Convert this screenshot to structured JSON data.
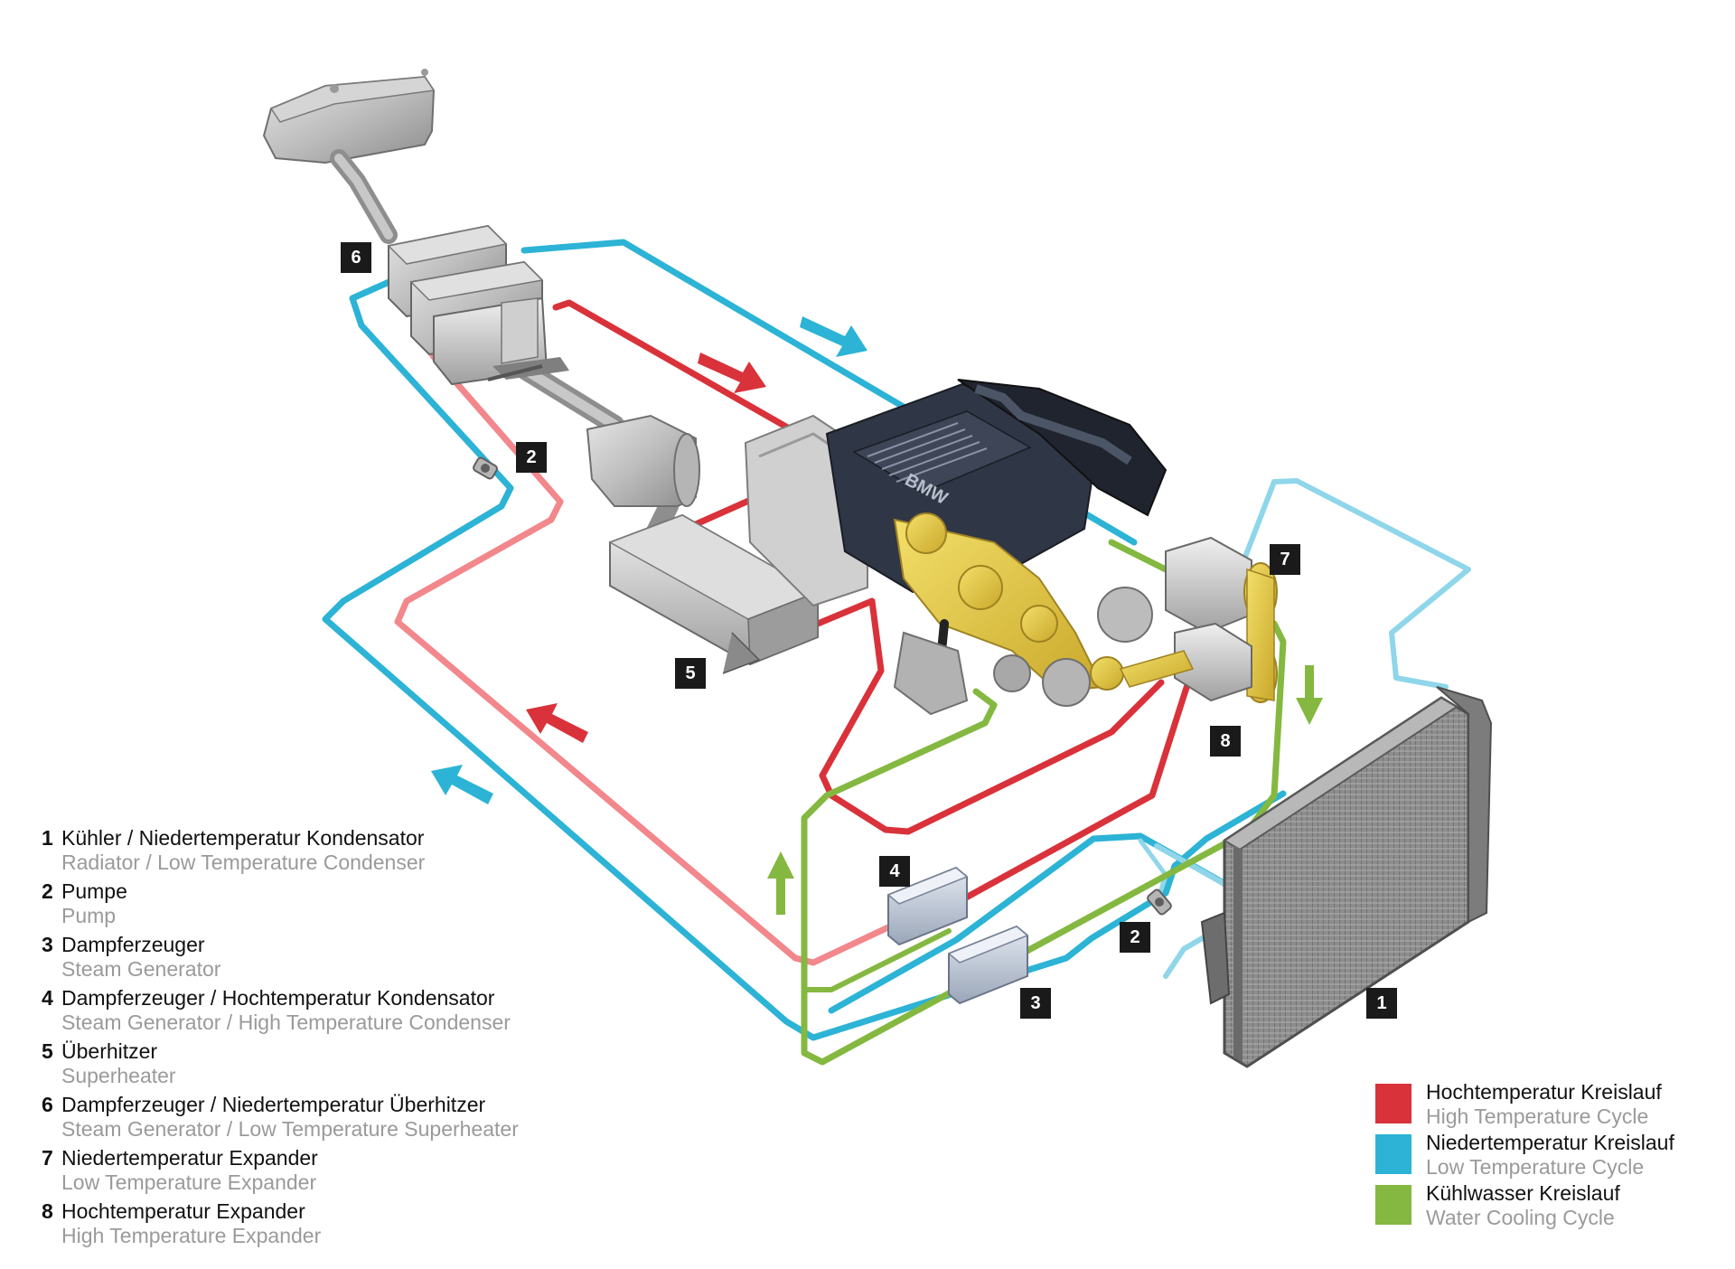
{
  "colors": {
    "high_temp": "#d9323a",
    "high_temp_light": "#f2878c",
    "low_temp": "#2cb3d6",
    "low_temp_light": "#8fd6ea",
    "cooling": "#84b840",
    "badge_bg": "#1a1a1a"
  },
  "icons": {
    "muffler": "rear-muffler-icon",
    "heat_exchanger": "exhaust-heat-exchanger-icon",
    "catalyst": "catalytic-converter-icon",
    "superheater": "superheater-box-icon",
    "engine": "bmw-engine-icon",
    "radiator": "radiator-icon",
    "pump": "pump-icon",
    "expander": "expander-icon",
    "flow_arrow": "flow-arrow-icon"
  },
  "engine_logo": "BMW",
  "badges": {
    "b1": "1",
    "b2a": "2",
    "b2b": "2",
    "b3": "3",
    "b4": "4",
    "b5": "5",
    "b6": "6",
    "b7": "7",
    "b8": "8"
  },
  "legend": [
    {
      "num": "1",
      "de": "Kühler / Niedertemperatur Kondensator",
      "en": "Radiator / Low Temperature Condenser"
    },
    {
      "num": "2",
      "de": "Pumpe",
      "en": "Pump"
    },
    {
      "num": "3",
      "de": "Dampferzeuger",
      "en": "Steam Generator"
    },
    {
      "num": "4",
      "de": "Dampferzeuger / Hochtemperatur Kondensator",
      "en": "Steam Generator / High Temperature Condenser"
    },
    {
      "num": "5",
      "de": "Überhitzer",
      "en": "Superheater"
    },
    {
      "num": "6",
      "de": "Dampferzeuger / Niedertemperatur Überhitzer",
      "en": "Steam Generator / Low Temperature Superheater"
    },
    {
      "num": "7",
      "de": "Niedertemperatur Expander",
      "en": "Low Temperature Expander"
    },
    {
      "num": "8",
      "de": "Hochtemperatur Expander",
      "en": "High Temperature Expander"
    }
  ],
  "key": [
    {
      "de": "Hochtemperatur Kreislauf",
      "en": "High Temperature Cycle",
      "color": "#d9323a"
    },
    {
      "de": "Niedertemperatur Kreislauf",
      "en": "Low Temperature Cycle",
      "color": "#2cb3d6"
    },
    {
      "de": "Kühlwasser Kreislauf",
      "en": "Water Cooling Cycle",
      "color": "#84b840"
    }
  ]
}
